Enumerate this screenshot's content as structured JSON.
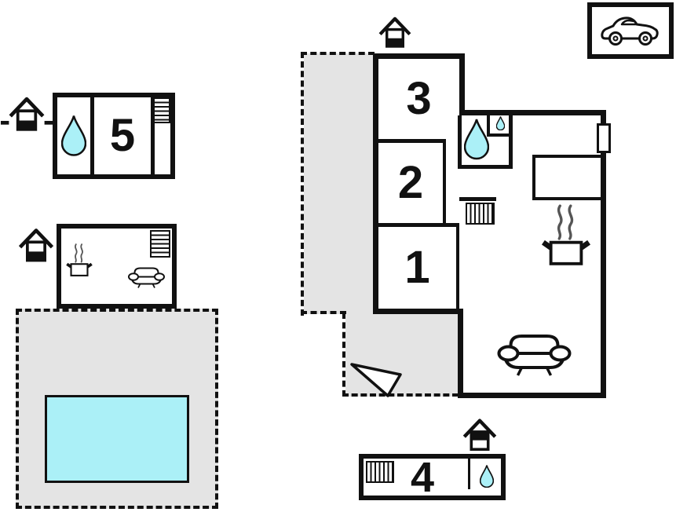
{
  "plan": {
    "type": "vacation-home floor plan",
    "units": {
      "main_building_rooms": [
        "1",
        "2",
        "3"
      ],
      "annex_room": "4",
      "outbuilding_room": "5"
    }
  },
  "rooms": {
    "r1": {
      "label": "1"
    },
    "r2": {
      "label": "2"
    },
    "r3": {
      "label": "3"
    },
    "r4": {
      "label": "4"
    },
    "r5": {
      "label": "5"
    }
  },
  "icons": {
    "entrance-icon": "gabled house entrance marker",
    "water-drop-icon": "teardrop = bath/shower",
    "small-drop-icon": "small teardrop = sink/WC",
    "radiator-icon": "striped rectangle heater",
    "stove-icon": "pot with rising steam",
    "sofa-icon": "couch outline",
    "car-icon": "car silhouette = parking",
    "window-icon": "white rectangle on exterior wall",
    "north-arrow-icon": "white triangle pointer",
    "pool": "cyan rectangle swimming pool",
    "terrace": "gray dashed outdoor area"
  },
  "colors": {
    "wall": "#111111",
    "terrace": "#e4e4e4",
    "water": "#abf0f7",
    "paper": "#ffffff",
    "steam": "#555555"
  }
}
